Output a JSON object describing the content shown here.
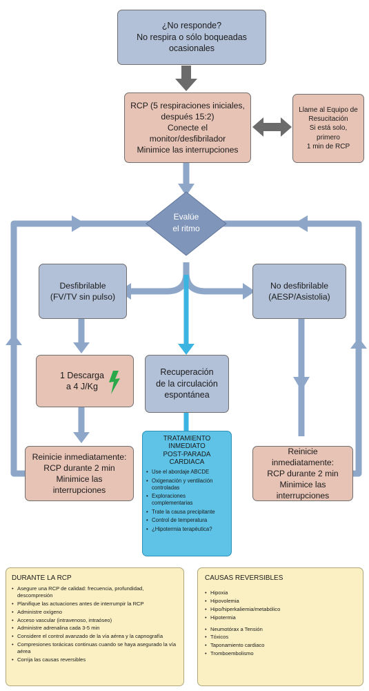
{
  "start": {
    "line1": "¿No responde?",
    "line2": "No respira o sólo boqueadas ocasionales"
  },
  "rcp": {
    "line1": "RCP (5 respiraciones iniciales,",
    "line2": "después 15:2)",
    "line3": "Conecte el monitor/desfibrilador",
    "line4": "Minimice las interrupciones"
  },
  "call": {
    "line1": "Llame al Equipo de",
    "line2": "Resucitación",
    "line3": "Si está solo, primero",
    "line4": "1 min de RCP"
  },
  "rhythm": {
    "line1": "Evalúe",
    "line2": "el ritmo"
  },
  "shockable": {
    "line1": "Desfibrilable",
    "line2": "(FV/TV sin pulso)"
  },
  "non_shockable": {
    "line1": "No desfibrilable",
    "line2": "(AESP/Asistolia)"
  },
  "shock": {
    "line1": "1 Descarga",
    "line2": "a 4 J/Kg"
  },
  "rosc": {
    "line1": "Recuperación",
    "line2": "de la circulación",
    "line3": "espontánea"
  },
  "resume_left": {
    "line1": "Reinicie inmediatamente:",
    "line2": "RCP durante 2 min",
    "line3": "Minimice las interrupciones"
  },
  "resume_right": {
    "line1": "Reinicie inmediatamente:",
    "line2": "RCP durante 2 min",
    "line3": "Minimice las interrupciones"
  },
  "post_arrest": {
    "title1": "TRATAMIENTO INMEDIATO",
    "title2": "POST-PARADA CARDIACA",
    "items": [
      "Use el abordaje ABCDE",
      "Oxigenación y ventilación controladas",
      "Exploraciones complementarias",
      "Trate la causa precipitante",
      "Control de temperatura",
      "¿Hipotermia terapéutica?"
    ]
  },
  "during_cpr": {
    "title": "DURANTE LA RCP",
    "items": [
      "Asegure una RCP de calidad: frecuencia, profundidad, descompresión",
      "Planifique las actuaciones antes de interrumpir la RCP",
      "Administre oxígeno",
      "Acceso vascular (intravenoso, intraóseo)",
      "Administre adrenalina cada 3-5 min",
      "Considere el control avanzado de la vía aérea y la capnografía",
      "Compresiones torácicas continuas cuando se haya asegurado la vía aérea",
      "Corrija las causas reversibles"
    ]
  },
  "reversible": {
    "title": "CAUSAS REVERSIBLES",
    "group1": [
      "Hipoxia",
      "Hipovolemia",
      "Hipo/hiperkaliemia/metabólico",
      "Hipotermia"
    ],
    "group2": [
      "Neumotórax a Tensión",
      "Tóxicos",
      "Taponamiento cardiaco",
      "Tromboembolismo"
    ]
  },
  "colors": {
    "box_blue": "#b2c0d8",
    "box_pink": "#e7c3b5",
    "box_cyan": "#5ec3e7",
    "box_yellow": "#fbf0c4",
    "connector_blue": "#8ea7c9",
    "connector_cyan": "#3bb4e2",
    "arrow_gray": "#6b6b6b",
    "bolt_green": "#2ba84a",
    "diamond": "#7f95ba"
  }
}
